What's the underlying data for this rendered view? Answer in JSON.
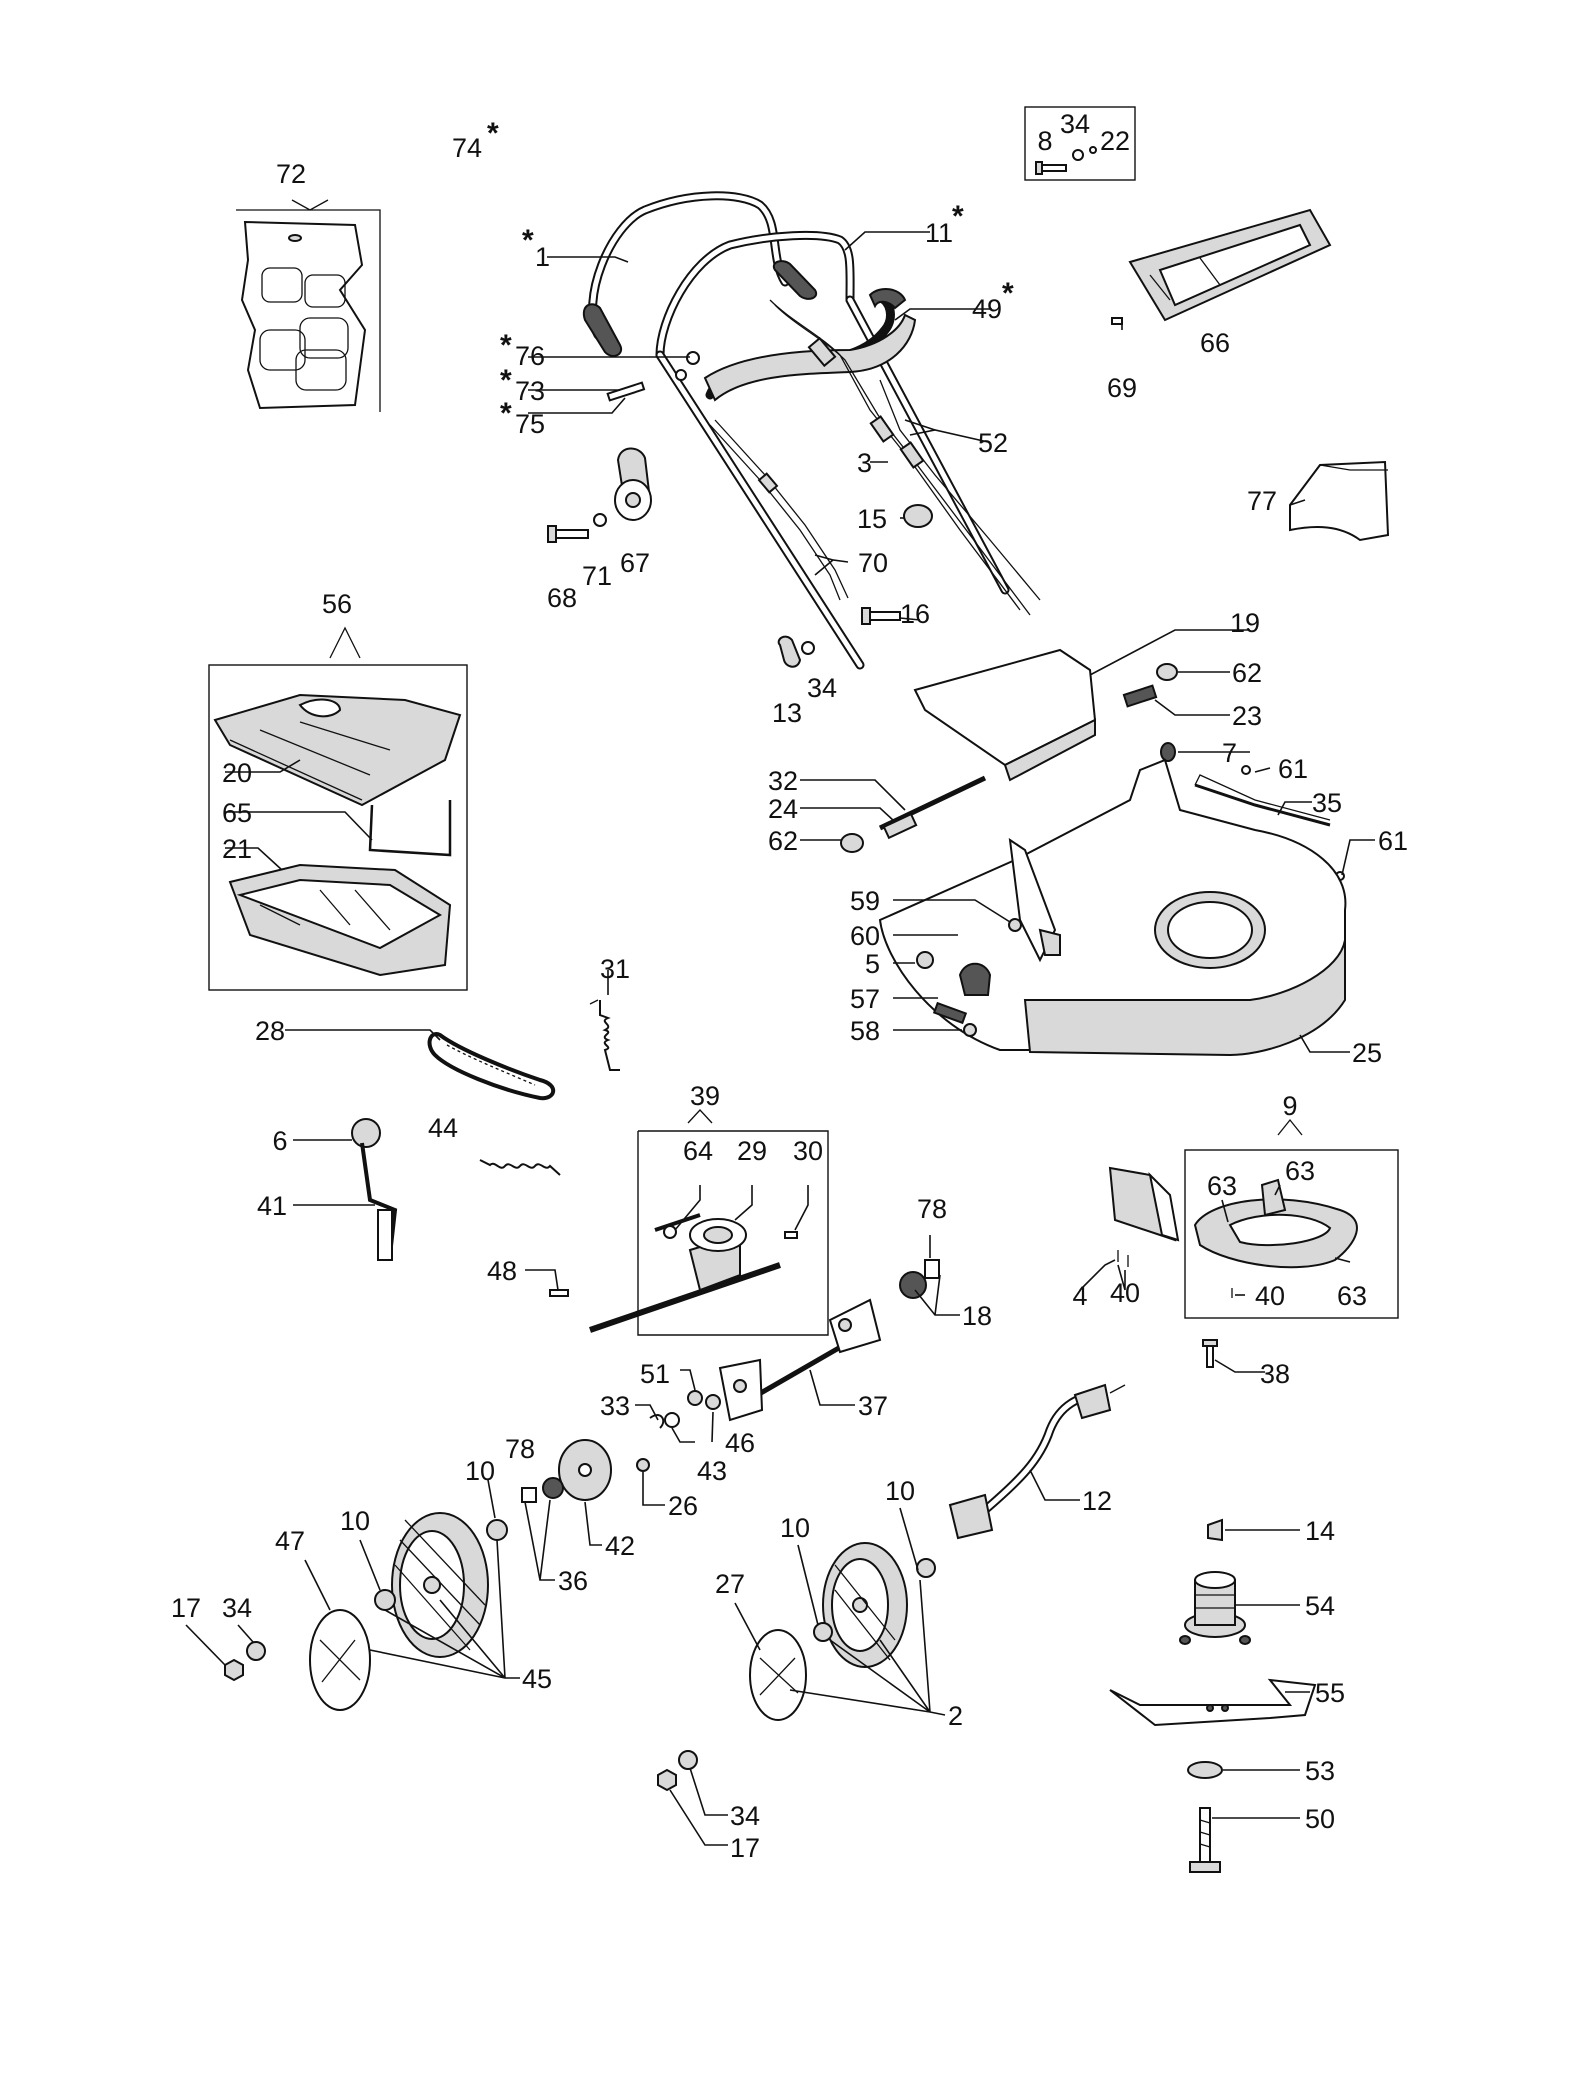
{
  "labels": {
    "p1": "1",
    "p2": "2",
    "p3": "3",
    "p4": "4",
    "p5": "5",
    "p6": "6",
    "p7": "7",
    "p8": "8",
    "p9": "9",
    "p10": "10",
    "p11": "11",
    "p12": "12",
    "p13": "13",
    "p14": "14",
    "p15": "15",
    "p16": "16",
    "p17": "17",
    "p18": "18",
    "p19": "19",
    "p20": "20",
    "p21": "21",
    "p22": "22",
    "p23": "23",
    "p24": "24",
    "p25": "25",
    "p26": "26",
    "p27": "27",
    "p28": "28",
    "p29": "29",
    "p30": "30",
    "p31": "31",
    "p32": "32",
    "p33": "33",
    "p34": "34",
    "p35": "35",
    "p36": "36",
    "p37": "37",
    "p38": "38",
    "p39": "39",
    "p40": "40",
    "p41": "41",
    "p42": "42",
    "p43": "43",
    "p44": "44",
    "p45": "45",
    "p46": "46",
    "p47": "47",
    "p48": "48",
    "p49": "49",
    "p50": "50",
    "p51": "51",
    "p52": "52",
    "p53": "53",
    "p54": "54",
    "p55": "55",
    "p56": "56",
    "p57": "57",
    "p58": "58",
    "p59": "59",
    "p60": "60",
    "p61": "61",
    "p62": "62",
    "p63": "63",
    "p64": "64",
    "p65": "65",
    "p66": "66",
    "p67": "67",
    "p68": "68",
    "p69": "69",
    "p70": "70",
    "p71": "71",
    "p72": "72",
    "p73": "73",
    "p74": "74",
    "p75": "75",
    "p76": "76",
    "p77": "77",
    "p78": "78"
  },
  "asterisk": "*"
}
